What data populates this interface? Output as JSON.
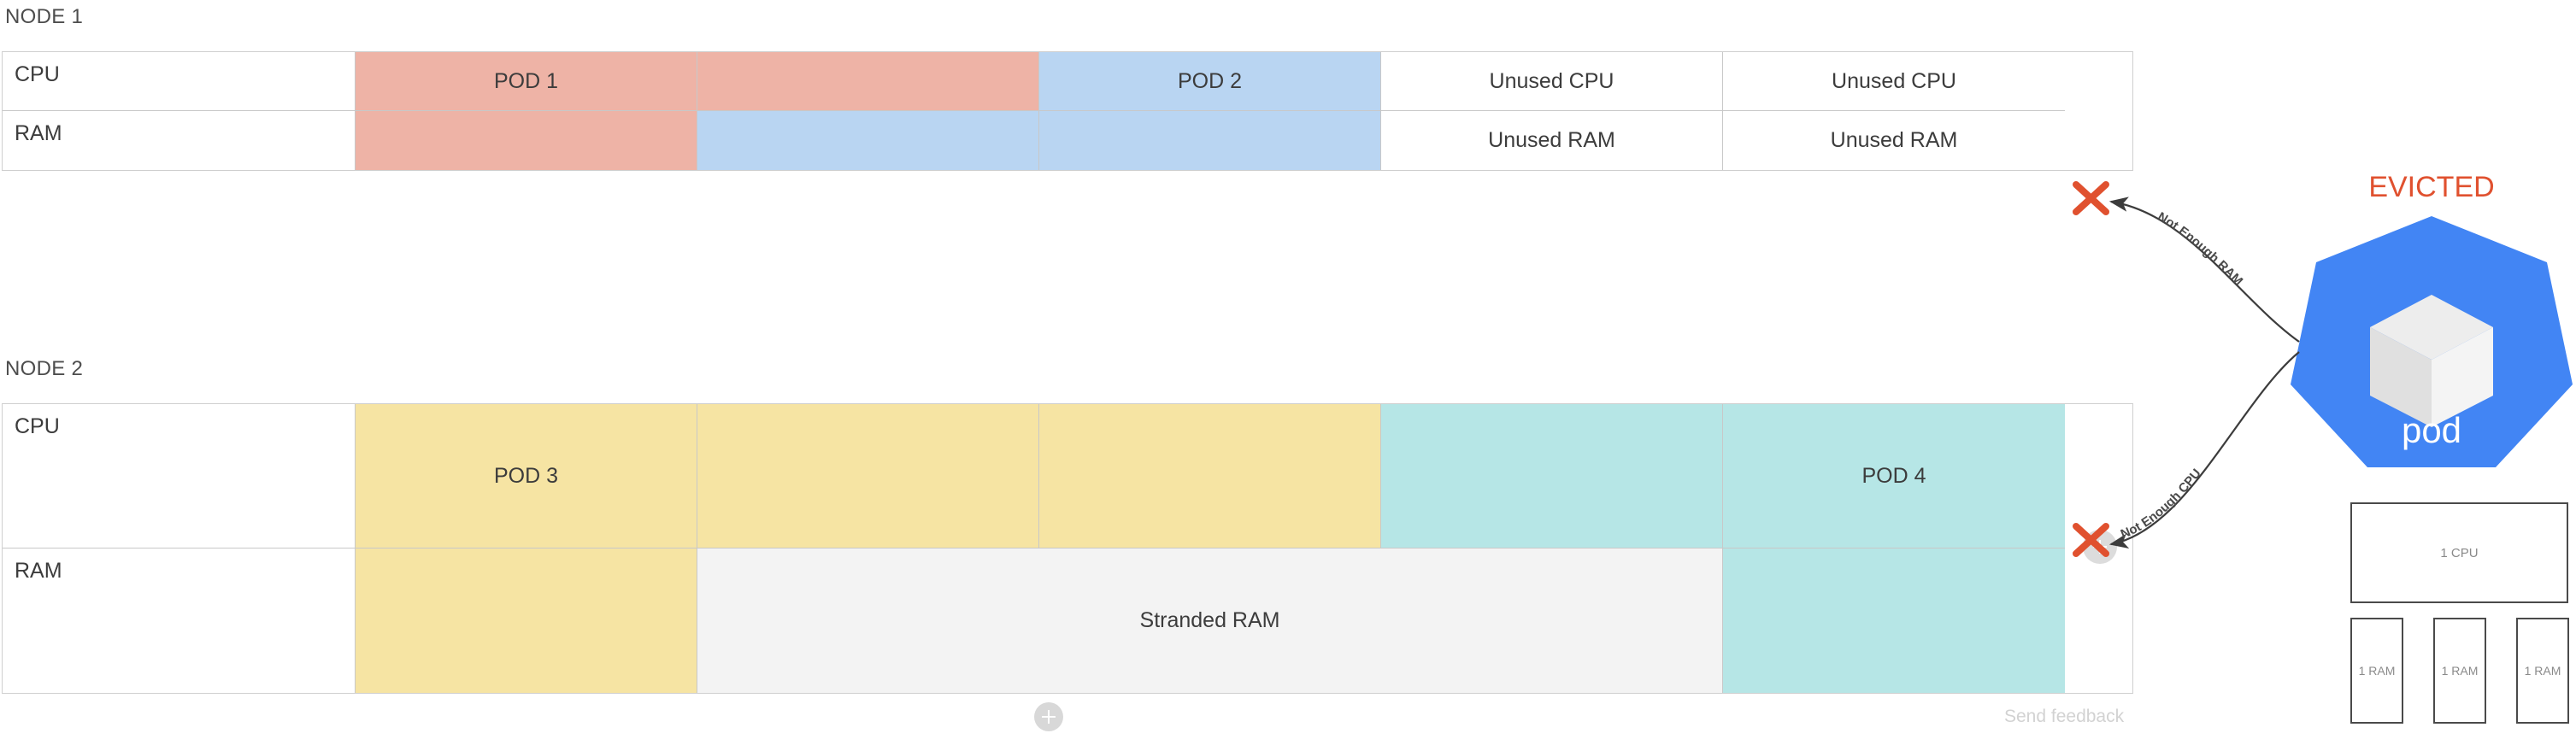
{
  "diagram": {
    "title_node1": "NODE 1",
    "title_node2": "NODE 2",
    "row_label_cpu": "CPU",
    "row_label_ram": "RAM"
  },
  "node1": {
    "label": "NODE 1",
    "cpu": {
      "row_label": "CPU",
      "cells": [
        {
          "text": "POD 1",
          "fill": "#eeb3a6",
          "kind": "pod"
        },
        {
          "text": "",
          "fill": "#eeb3a6",
          "kind": "pod"
        },
        {
          "text": "POD 2",
          "fill": "#b9d5f2",
          "kind": "pod"
        },
        {
          "text": "Unused CPU",
          "fill": "#ffffff",
          "kind": "unused"
        },
        {
          "text": "Unused CPU",
          "fill": "#ffffff",
          "kind": "unused"
        }
      ]
    },
    "ram": {
      "row_label": "RAM",
      "cells": [
        {
          "text": "",
          "fill": "#eeb3a6",
          "kind": "pod"
        },
        {
          "text": "",
          "fill": "#b9d5f2",
          "kind": "pod"
        },
        {
          "text": "",
          "fill": "#b9d5f2",
          "kind": "pod"
        },
        {
          "text": "Unused RAM",
          "fill": "#ffffff",
          "kind": "unused"
        },
        {
          "text": "Unused RAM",
          "fill": "#ffffff",
          "kind": "unused"
        }
      ]
    }
  },
  "node2": {
    "label": "NODE 2",
    "cpu": {
      "row_label": "CPU",
      "cells": [
        {
          "text": "POD 3",
          "fill": "#f6e4a3",
          "kind": "pod"
        },
        {
          "text": "",
          "fill": "#f6e4a3",
          "kind": "pod"
        },
        {
          "text": "",
          "fill": "#f6e4a3",
          "kind": "pod"
        },
        {
          "text": "",
          "fill": "#b6e6e6",
          "kind": "pod"
        },
        {
          "text": "POD 4",
          "fill": "#b6e6e6",
          "kind": "pod"
        }
      ]
    },
    "ram": {
      "row_label": "RAM",
      "cells": [
        {
          "text": "",
          "fill": "#f6e4a3",
          "kind": "pod"
        },
        {
          "text": "Stranded RAM",
          "fill": "#f3f3f3",
          "kind": "stranded",
          "span": 3
        },
        {
          "text": "",
          "fill": "#b6e6e6",
          "kind": "pod"
        }
      ]
    }
  },
  "eviction": {
    "status_label": "EVICTED",
    "status_color": "#e0512f",
    "edge_ram_label": "Not Enough RAM",
    "edge_cpu_label": "Not Enough CPU",
    "marker_glyph": "X",
    "marker_color": "#e0512f"
  },
  "pod": {
    "caption": "pod",
    "badge_color": "#4285f4",
    "resources": {
      "cpu_box": "1 CPU",
      "ram_boxes": [
        "1 RAM",
        "1 RAM",
        "1 RAM"
      ]
    }
  },
  "footer": {
    "send_feedback": "Send feedback",
    "add_label": "+"
  }
}
